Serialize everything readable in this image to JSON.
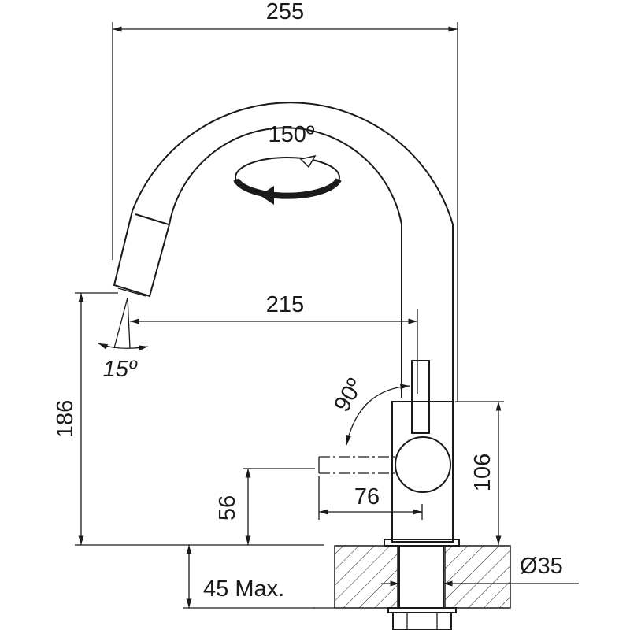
{
  "drawing": {
    "dimensions": {
      "total_width": "255",
      "spout_reach": "215",
      "spout_height": "186",
      "handle_height": "56",
      "handle_length": "76",
      "body_height": "106",
      "hole_diameter": "Ø35",
      "counter_thickness": "45 Max."
    },
    "angles": {
      "spout_rotation": "150º",
      "handle_rotation": "90º",
      "spray_angle": "15º"
    },
    "line_color": "#1a1a1a"
  }
}
